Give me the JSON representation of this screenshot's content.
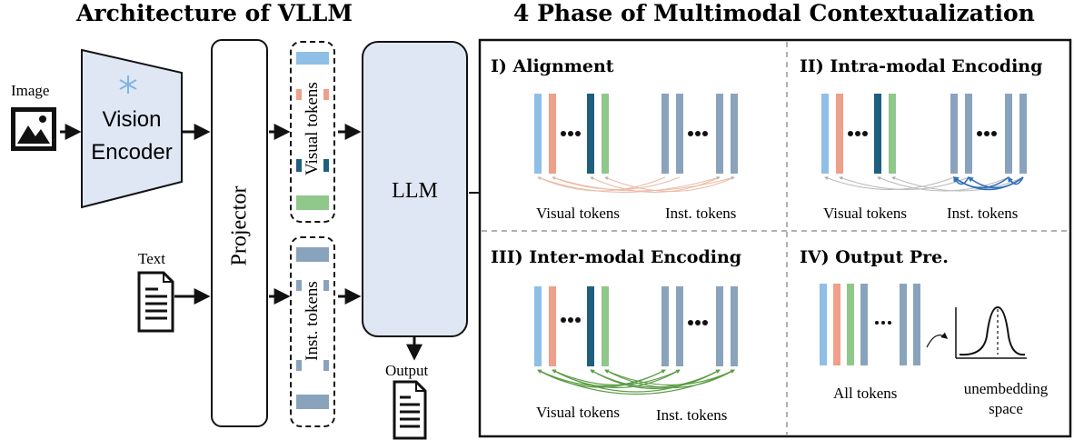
{
  "headings": {
    "left": "Architecture of VLLM",
    "right": "4 Phase of Multimodal Contextualization"
  },
  "inputs": {
    "image_label": "Image",
    "text_label": "Text"
  },
  "modules": {
    "vision_encoder": [
      "Vision",
      "Encoder"
    ],
    "projector": "Projector",
    "llm": "LLM",
    "output_label": "Output"
  },
  "token_groups": {
    "visual": "Visual tokens",
    "inst": "Inst. tokens"
  },
  "phases": [
    {
      "title": "I) Alignment",
      "labels": [
        "Visual tokens",
        "Inst. tokens"
      ]
    },
    {
      "title": "II) Intra-modal Encoding",
      "labels": [
        "Visual tokens",
        "Inst. tokens"
      ]
    },
    {
      "title": "III) Inter-modal Encoding",
      "labels": [
        "Visual tokens",
        "Inst. tokens"
      ]
    },
    {
      "title": "IV) Output Pre.",
      "labels": [
        "All tokens",
        "unembedding",
        "space"
      ]
    }
  ],
  "colors": {
    "token_light_blue": "#8fbfe6",
    "token_salmon": "#ef9f8a",
    "token_dark_teal": "#1f5f7e",
    "token_green": "#8fc88a",
    "token_inst": "#8aa3bc",
    "llm_fill": "#dfe7f4",
    "encoder_fill": "#dfe7f4",
    "alignment_arrows": "#e9b49e",
    "intra_arrows": "#2f6fb7",
    "inter_arrows": "#5c9c45"
  },
  "icons": {
    "image_input": "image-icon",
    "text_input": "document-icon",
    "output": "document-icon",
    "frozen": "snowflake-icon",
    "trainable": "fire-icon"
  }
}
